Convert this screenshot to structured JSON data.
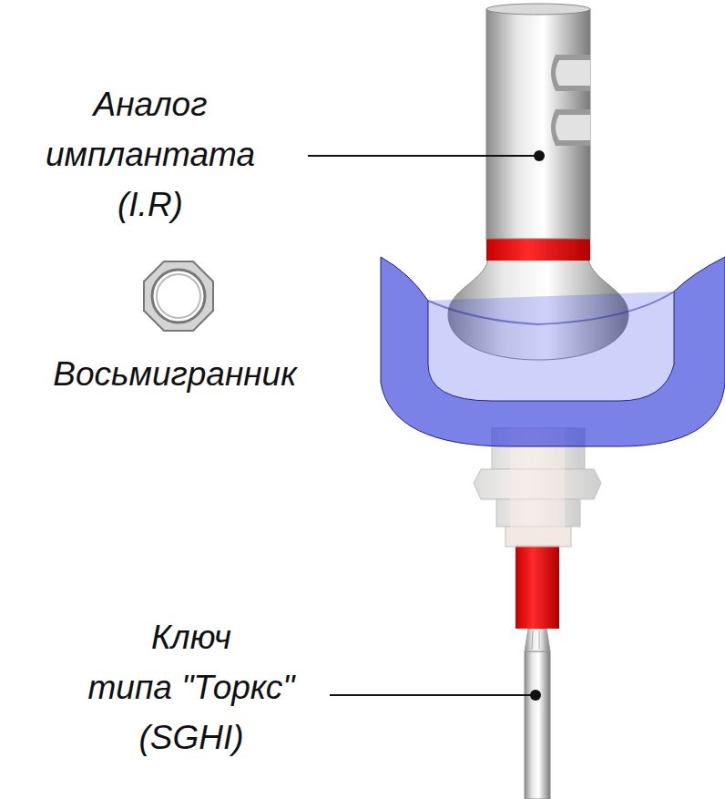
{
  "diagram": {
    "labels": [
      "Аналог имплантата (I.R)",
      "Восьмигранник",
      "Ключ типа \"Торкс\" (SGHI)"
    ]
  }
}
